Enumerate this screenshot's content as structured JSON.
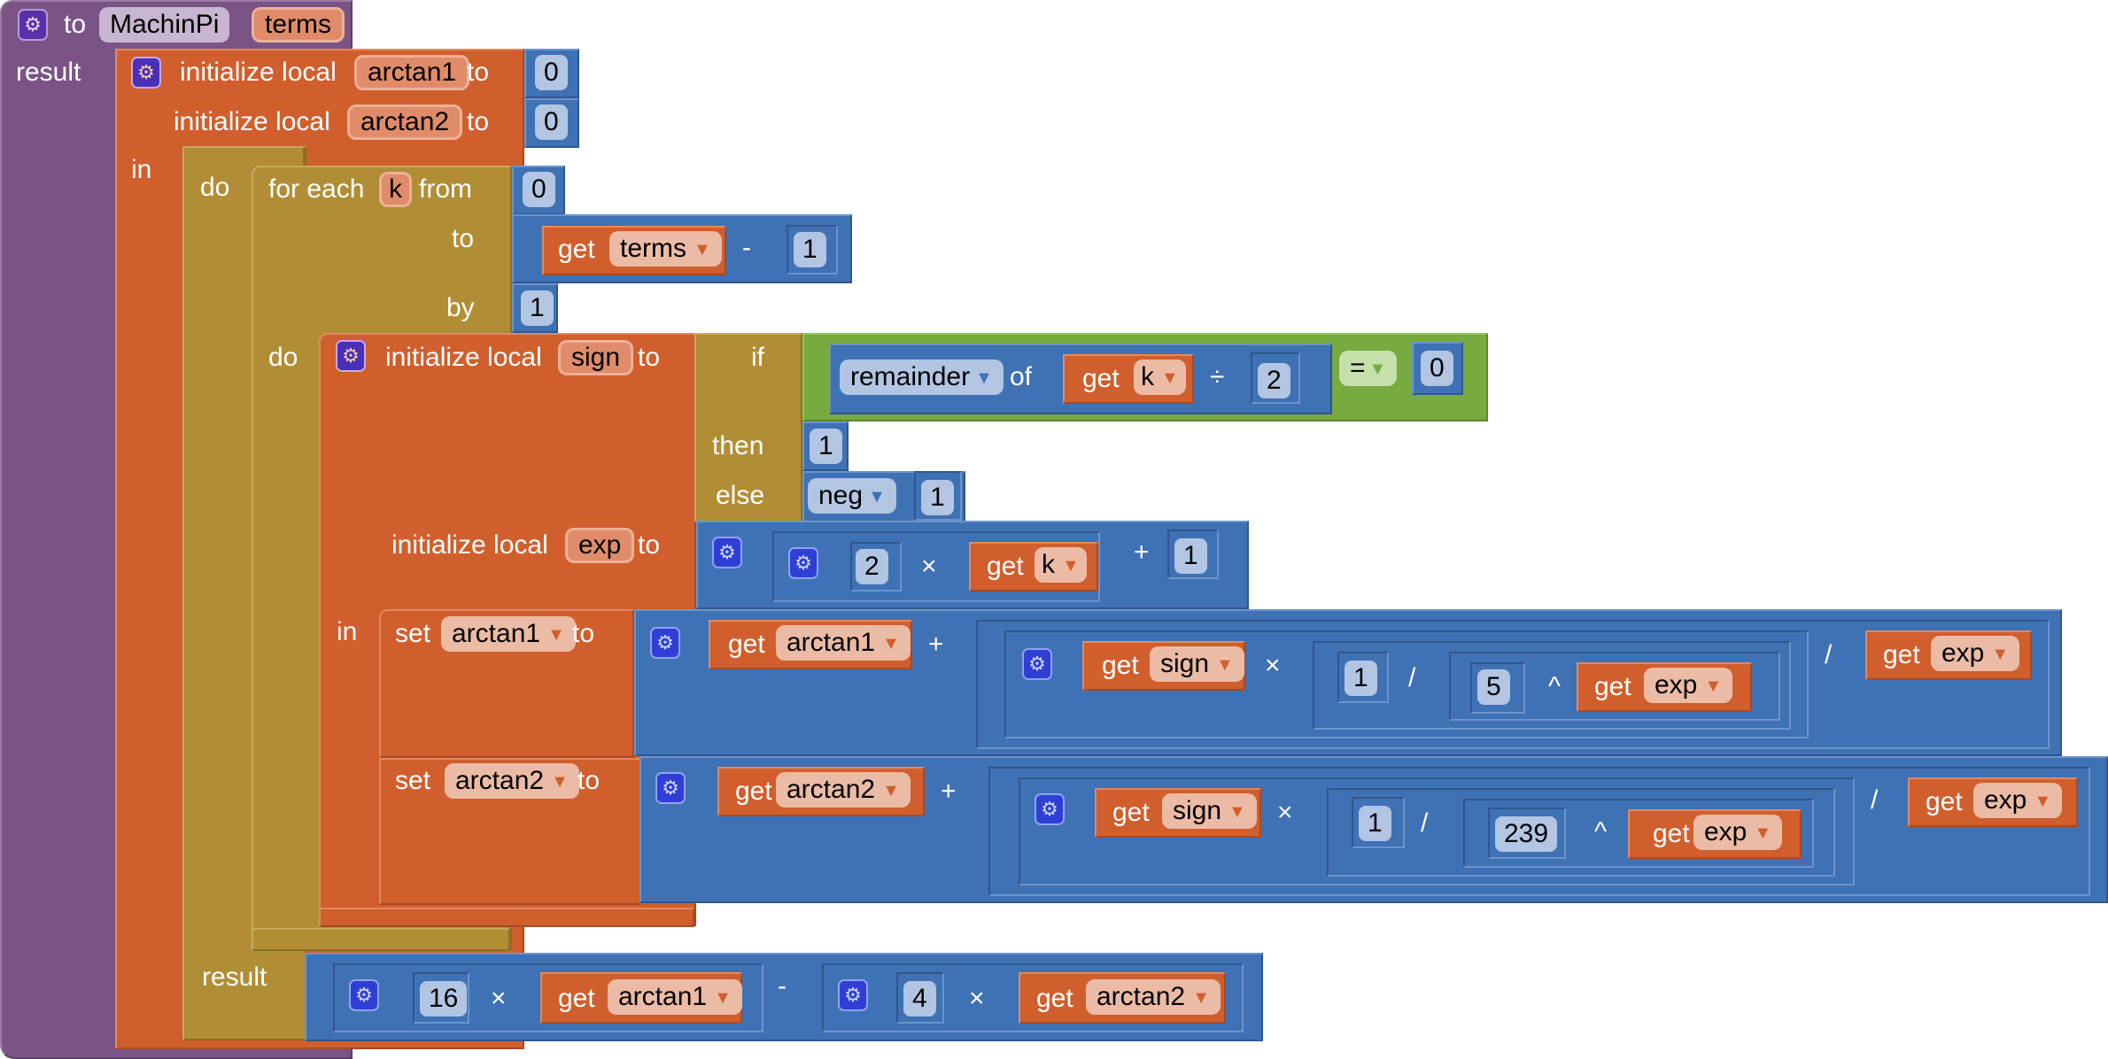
{
  "procedure": {
    "keyword_to": "to",
    "name": "MachinPi",
    "param": "terms",
    "result_label": "result"
  },
  "locals_outer": {
    "init_label": "initialize local",
    "to_label": "to",
    "in_label": "in",
    "vars": [
      {
        "name": "arctan1",
        "value": "0"
      },
      {
        "name": "arctan2",
        "value": "0"
      }
    ]
  },
  "do_block": {
    "do_label": "do",
    "result_label": "result"
  },
  "for_each": {
    "label": "for each",
    "var": "k",
    "from_label": "from",
    "from_value": "0",
    "to_label": "to",
    "to_get": "get",
    "to_var": "terms",
    "to_op": "-",
    "to_value": "1",
    "by_label": "by",
    "by_value": "1",
    "do_label": "do"
  },
  "locals_inner": {
    "init_label": "initialize local",
    "to_label": "to",
    "in_label": "in",
    "sign": {
      "name": "sign",
      "if_label": "if",
      "then_label": "then",
      "else_label": "else",
      "cond": {
        "func": "remainder",
        "of_label": "of",
        "get": "get",
        "var": "k",
        "div_op": "÷",
        "divisor": "2",
        "cmp_op": "=",
        "cmp_value": "0"
      },
      "then_value": "1",
      "else_func": "neg",
      "else_value": "1"
    },
    "exp": {
      "name": "exp",
      "mult_a": "2",
      "mult_op": "×",
      "get": "get",
      "var": "k",
      "add_op": "+",
      "add_value": "1"
    }
  },
  "set_rows": [
    {
      "set_label": "set",
      "var": "arctan1",
      "to_label": "to",
      "get": "get",
      "self_var": "arctan1",
      "plus": "+",
      "sign_var": "sign",
      "times": "×",
      "one": "1",
      "slash": "/",
      "base": "5",
      "pow": "^",
      "exp_var": "exp",
      "outer_slash": "/",
      "div_var": "exp"
    },
    {
      "set_label": "set",
      "var": "arctan2",
      "to_label": "to",
      "get": "get",
      "self_var": "arctan2",
      "plus": "+",
      "sign_var": "sign",
      "times": "×",
      "one": "1",
      "slash": "/",
      "base": "239",
      "pow": "^",
      "exp_var": "exp",
      "outer_slash": "/",
      "div_var": "exp"
    }
  ],
  "final": {
    "coef1": "16",
    "times": "×",
    "get": "get",
    "var1": "arctan1",
    "minus": "-",
    "coef2": "4",
    "var2": "arctan2"
  },
  "colors": {
    "procedure": "#7b5486",
    "variables": "#d05f2d",
    "control": "#b18e35",
    "math": "#3f71b5",
    "logic": "#77aa3f"
  }
}
